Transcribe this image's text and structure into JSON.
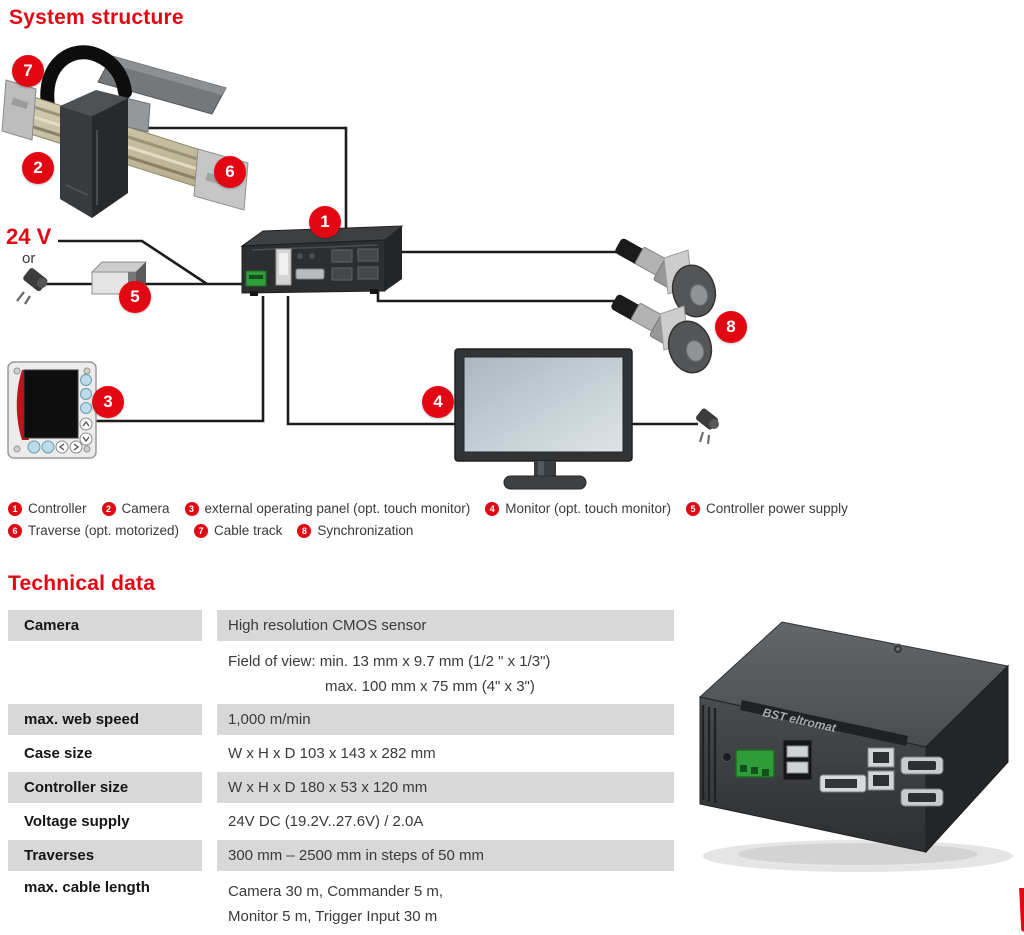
{
  "sections": {
    "structure_title": "System structure",
    "technical_title": "Technical data"
  },
  "diagram": {
    "voltage_label": "24 V",
    "or_label": "or",
    "callout_numbers": [
      "1",
      "2",
      "3",
      "4",
      "5",
      "6",
      "7",
      "8"
    ]
  },
  "legend": {
    "items": [
      {
        "num": "1",
        "label": "Controller"
      },
      {
        "num": "2",
        "label": "Camera"
      },
      {
        "num": "3",
        "label": "external operating panel (opt. touch monitor)"
      },
      {
        "num": "4",
        "label": "Monitor (opt. touch monitor)"
      },
      {
        "num": "5",
        "label": "Controller power supply"
      },
      {
        "num": "6",
        "label": "Traverse (opt. motorized)"
      },
      {
        "num": "7",
        "label": "Cable track"
      },
      {
        "num": "8",
        "label": "Synchronization"
      }
    ]
  },
  "technical_table": {
    "rows": [
      {
        "label": "Camera",
        "value_lines": [
          "High resolution CMOS sensor"
        ],
        "shaded": true
      },
      {
        "label": "",
        "value_lines": [
          "Field of view: min. 13 mm x 9.7 mm (1/2 \" x 1/3\")",
          "max. 100 mm x 75 mm (4\" x 3\")"
        ],
        "shaded": false
      },
      {
        "label": "max. web speed",
        "value_lines": [
          "1,000 m/min"
        ],
        "shaded": true
      },
      {
        "label": "Case size",
        "value_lines": [
          "W x H x D 103 x 143 x 282 mm"
        ],
        "shaded": false
      },
      {
        "label": "Controller size",
        "value_lines": [
          "W x H x D 180 x 53 x 120 mm"
        ],
        "shaded": true
      },
      {
        "label": "Voltage supply",
        "value_lines": [
          "24V DC (19.2V..27.6V) / 2.0A"
        ],
        "shaded": false
      },
      {
        "label": "Traverses",
        "value_lines": [
          "300 mm – 2500 mm in steps of 50 mm"
        ],
        "shaded": true
      },
      {
        "label": "max. cable length",
        "value_lines": [
          "Camera 30 m, Commander 5 m,",
          "Monitor 5 m, Trigger Input 30 m"
        ],
        "shaded": false
      }
    ]
  },
  "product_photo": {
    "brand": "BST eltromat"
  },
  "colors": {
    "accent_red": "#e30613",
    "table_row_shaded": "#d8d8d8",
    "line_black": "#1c1c1c"
  }
}
